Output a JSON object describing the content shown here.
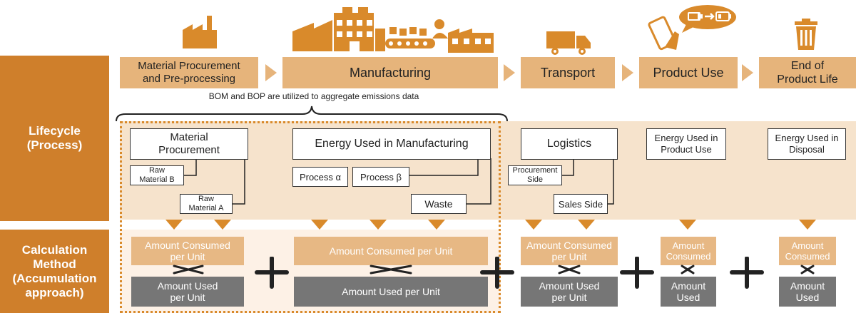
{
  "sidebar": {
    "lifecycle": "Lifecycle\n(Process)",
    "calculation": "Calculation\nMethod\n(Accumulation\napproach)"
  },
  "stages": [
    {
      "label": "Material Procurement\nand Pre-processing"
    },
    {
      "label": "Manufacturing"
    },
    {
      "label": "Transport"
    },
    {
      "label": "Product Use"
    },
    {
      "label": "End of\nProduct Life"
    }
  ],
  "bom_note": "BOM and BOP are utilized to aggregate emissions data",
  "process": {
    "material_procurement": "Material\nProcurement",
    "raw_material_b": "Raw\nMaterial B",
    "raw_material_a": "Raw\nMaterial A",
    "energy_manufacturing": "Energy Used in Manufacturing",
    "process_alpha": "Process α",
    "process_beta": "Process β",
    "waste": "Waste",
    "logistics": "Logistics",
    "procurement_side": "Procurement\nSide",
    "sales_side": "Sales Side",
    "energy_product_use": "Energy Used in\nProduct Use",
    "energy_disposal": "Energy Used in\nDisposal"
  },
  "calc": {
    "consumed_per_unit_1": "Amount Consumed\nper Unit",
    "used_per_unit_1": "Amount Used\nper Unit",
    "consumed_per_unit_2": "Amount Consumed per Unit",
    "used_per_unit_2": "Amount Used per Unit",
    "consumed_per_unit_3": "Amount Consumed\nper Unit",
    "used_per_unit_3": "Amount Used\nper Unit",
    "consumed_4": "Amount\nConsumed",
    "used_4": "Amount\nUsed",
    "consumed_5": "Amount\nConsumed",
    "used_5": "Amount\nUsed"
  },
  "colors": {
    "orange": "#cf7f2b",
    "tan": "#e6b47b",
    "band": "#f6e3cc",
    "grey": "#767676",
    "dotted": "#d98a2b"
  }
}
